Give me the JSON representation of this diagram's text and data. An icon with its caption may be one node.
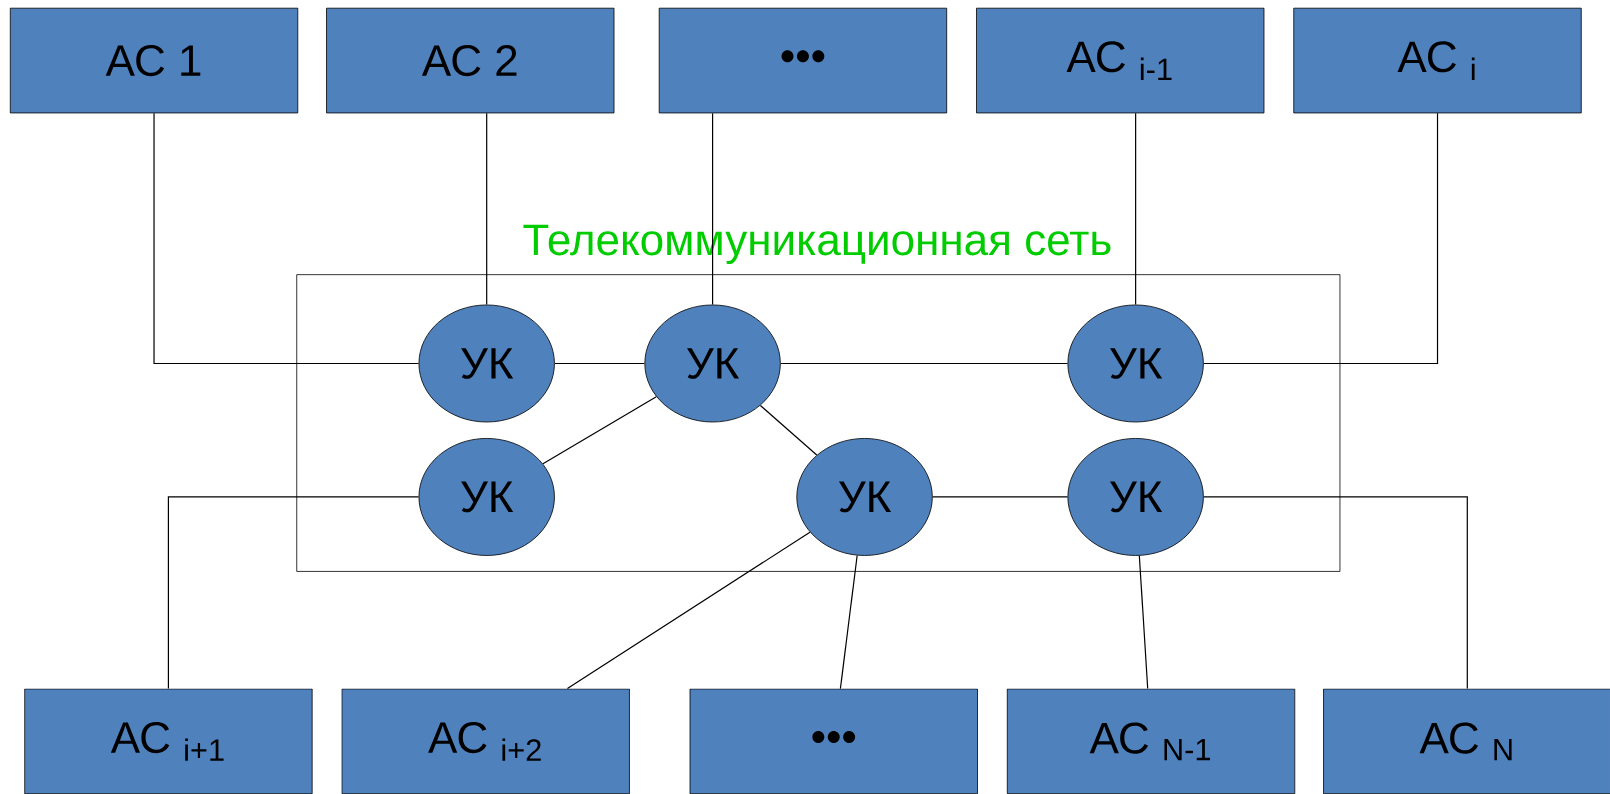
{
  "diagram": {
    "nodes": [
      {
        "text": [
          "АС 1"
        ]
      },
      {
        "text": [
          "АС 2"
        ]
      },
      {
        "text": [
          "•••"
        ]
      },
      {
        "text": [
          "АС $_{i-1}$"
        ]
      },
      {
        "text": [
          "АС $_{i}$"
        ]
      },
      {
        "text": [
          "Телекоммуникационная сеть"
        ]
      },
      {
        "text": [
          "УК"
        ],
        "in": 5
      },
      {
        "text": [
          "УК"
        ],
        "in": 5
      },
      {
        "text": [
          "УК"
        ],
        "in": 5
      },
      {
        "text": [
          "УК"
        ],
        "in": 5
      },
      {
        "text": [
          "УК"
        ],
        "in": 5
      },
      {
        "text": [
          "УК"
        ],
        "in": 5
      },
      {
        "text": [
          "АС $_{i+1}$"
        ]
      },
      {
        "text": [
          "АС $_{i+2}$"
        ]
      },
      {
        "text": [
          "•••"
        ]
      },
      {
        "text": [
          "АС $_{N-1}$"
        ]
      },
      {
        "text": [
          "АС $_{N}$"
        ]
      }
    ],
    "edges": [
      {
        "from": 0,
        "to": 6,
        "arrow": "none"
      },
      {
        "from": 1,
        "to": 6,
        "arrow": "none"
      },
      {
        "from": 2,
        "to": 7,
        "arrow": "none"
      },
      {
        "from": 3,
        "to": 8,
        "arrow": "none"
      },
      {
        "from": 4,
        "to": 8,
        "arrow": "none"
      },
      {
        "from": 6,
        "to": 7,
        "arrow": "none"
      },
      {
        "from": 7,
        "to": 8,
        "arrow": "none"
      },
      {
        "from": 7,
        "to": 9,
        "arrow": "none"
      },
      {
        "from": 7,
        "to": 10,
        "arrow": "none"
      },
      {
        "from": 9,
        "to": 12,
        "arrow": "none"
      },
      {
        "from": 10,
        "to": 13,
        "arrow": "none"
      },
      {
        "from": 10,
        "to": 14,
        "arrow": "none"
      },
      {
        "from": 10,
        "to": 11,
        "arrow": "none"
      },
      {
        "from": 11,
        "to": 15,
        "arrow": "none"
      },
      {
        "from": 11,
        "to": 16,
        "arrow": "none"
      }
    ]
  }
}
